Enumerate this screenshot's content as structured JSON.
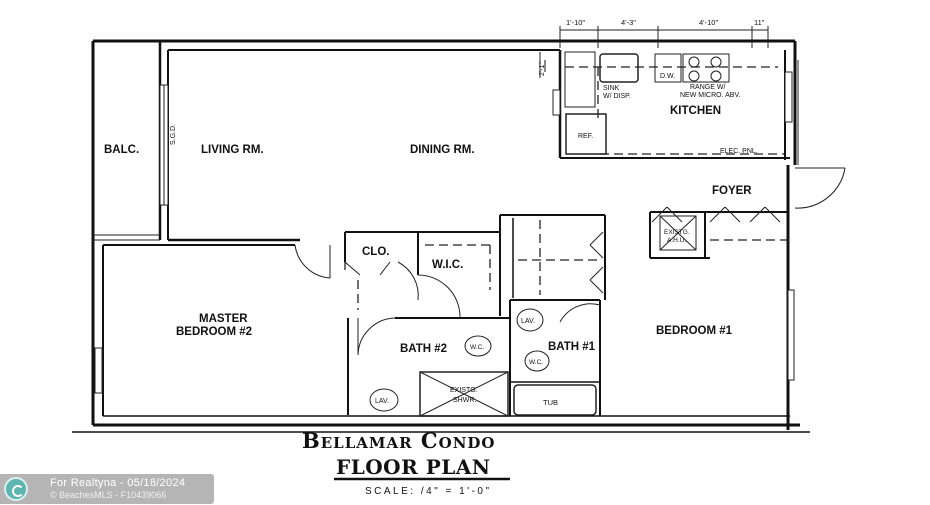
{
  "title": {
    "line1": "Bellamar Condo",
    "line2": "FLOOR PLAN",
    "scale": "SCALE: /4\" = 1'-0\""
  },
  "rooms": {
    "balcony": "BALC.",
    "sgd": "S.G.D.",
    "living": "LIVING RM.",
    "dining": "DINING RM.",
    "kitchen": "KITCHEN",
    "foyer": "FOYER",
    "closet": "CLO.",
    "wic": "W.I.C.",
    "master_line1": "MASTER",
    "master_line2": "BEDROOM #2",
    "bath2": "BATH #2",
    "bath1": "BATH #1",
    "bedroom1": "BEDROOM #1"
  },
  "fixtures": {
    "sink_line1": "SINK",
    "sink_line2": "W/ DISP.",
    "dw": "D.W.",
    "range_line1": "RANGE W/",
    "range_line2": "NEW MICRO. ABV.",
    "ref": "REF.",
    "elec_panel": "ELEC. PNL.",
    "ahu_line1": "EXISTG.",
    "ahu_line2": "A.H.U.",
    "wc": "W.C.",
    "lav": "LAV.",
    "shower_line1": "EXISTG.",
    "shower_line2": "SHWR.",
    "tub": "TUB"
  },
  "dimensions": {
    "d1": "1'-10\"",
    "d2": "4'-3\"",
    "d3": "4'-10\"",
    "d4": "11\"",
    "side": "2'-1\""
  },
  "watermark": {
    "line1": "For Realtyna - 05/18/2024",
    "line2": "© BeachesMLS - F10439066"
  }
}
